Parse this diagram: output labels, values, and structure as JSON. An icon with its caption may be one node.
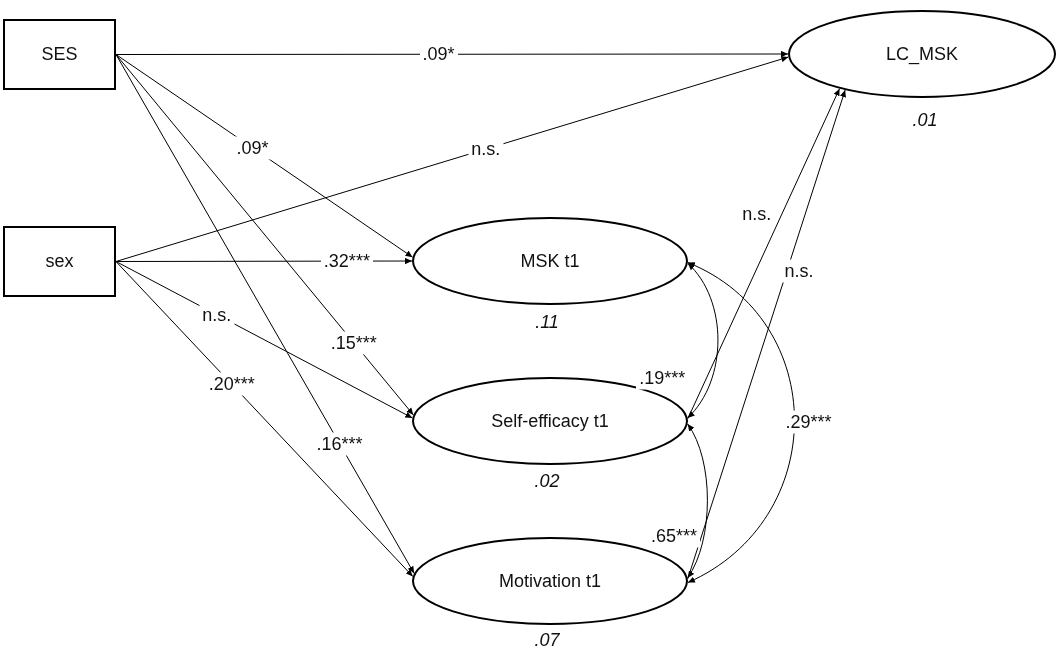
{
  "diagram": {
    "nodes": [
      {
        "text": [
          "SES"
        ]
      },
      {
        "text": [
          "sex"
        ]
      },
      {
        "text": [
          "LC_MSK"
        ],
        "beside": [
          ".01"
        ]
      },
      {
        "text": [
          "MSK t1"
        ],
        "beside": [
          ".11"
        ]
      },
      {
        "text": [
          "Self-efficacy t1"
        ],
        "beside": [
          ".02"
        ]
      },
      {
        "text": [
          "Motivation t1"
        ],
        "beside": [
          ".07"
        ]
      }
    ],
    "edges": [
      {
        "from": 0,
        "to": 2,
        "arrow": "to",
        "label": ".09*"
      },
      {
        "from": 0,
        "to": 3,
        "arrow": "to",
        "label": ".09*"
      },
      {
        "from": 0,
        "to": 4,
        "arrow": "to",
        "label": ".15***"
      },
      {
        "from": 0,
        "to": 5,
        "arrow": "to",
        "label": ".16***"
      },
      {
        "from": 1,
        "to": 2,
        "arrow": "to",
        "label": "n.s."
      },
      {
        "from": 1,
        "to": 3,
        "arrow": "to",
        "label": ".32***"
      },
      {
        "from": 1,
        "to": 4,
        "arrow": "to",
        "label": "n.s."
      },
      {
        "from": 1,
        "to": 5,
        "arrow": "to",
        "label": ".20***"
      },
      {
        "from": 4,
        "to": 2,
        "arrow": "to",
        "label": "n.s."
      },
      {
        "from": 5,
        "to": 2,
        "arrow": "to",
        "label": "n.s."
      },
      {
        "from": 3,
        "to": 4,
        "arrow": "both",
        "label": ".19***"
      },
      {
        "from": 4,
        "to": 5,
        "arrow": "both",
        "label": ".65***"
      },
      {
        "from": 3,
        "to": 5,
        "arrow": "both",
        "label": ".29***"
      }
    ]
  }
}
